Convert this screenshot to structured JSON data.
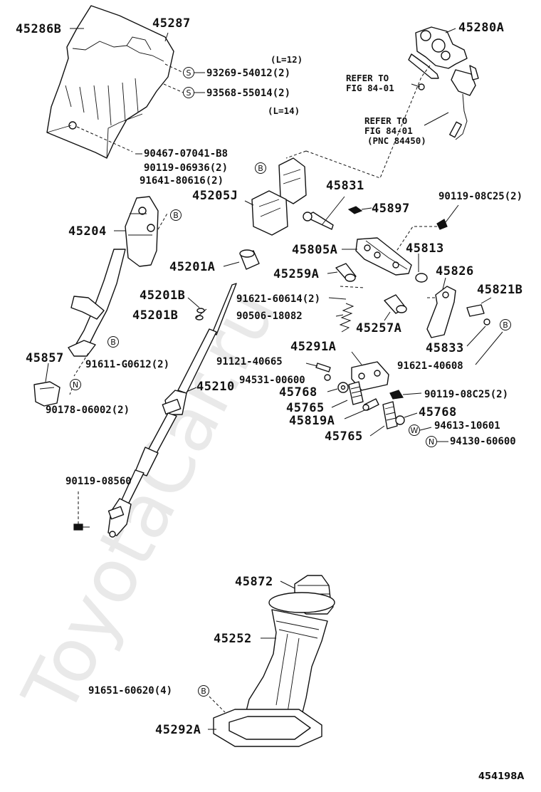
{
  "diagram": {
    "figure_id": "454198A",
    "watermark": "ToyotaCar.ru",
    "markers": {
      "S": "S",
      "B": "B",
      "N": "N",
      "W": "W"
    },
    "notes": {
      "l12": "(L=12)",
      "l14": "(L=14)",
      "refer_a": [
        "REFER TO",
        "FIG 84-01"
      ],
      "refer_b": [
        "REFER TO",
        "FIG 84-01",
        "(PNC 84450)"
      ]
    },
    "parts": {
      "p45286B": "45286B",
      "p45287": "45287",
      "p93269": "93269-54012(2)",
      "p93568": "93568-55014(2)",
      "p45280A": "45280A",
      "p90467": "90467-07041-B8",
      "p90119_06936": "90119-06936(2)",
      "p91641": "91641-80616(2)",
      "p45205J": "45205J",
      "p45831": "45831",
      "p90119_08C25a": "90119-08C25(2)",
      "p45897": "45897",
      "p45204": "45204",
      "p45805A": "45805A",
      "p45813": "45813",
      "p45201A": "45201A",
      "p45259A": "45259A",
      "p45826": "45826",
      "p45201Ba": "45201B",
      "p91621_60614": "91621-60614(2)",
      "p45821B": "45821B",
      "p45201Bb": "45201B",
      "p90506": "90506-18082",
      "p45257A": "45257A",
      "p45833": "45833",
      "p45857": "45857",
      "p91611": "91611-G0612(2)",
      "p45291A": "45291A",
      "p91621_40608": "91621-40608",
      "p91121": "91121-40665",
      "p94531": "94531-00600",
      "p45210": "45210",
      "p45768a": "45768",
      "p90119_08C25b": "90119-08C25(2)",
      "p90178": "90178-06002(2)",
      "p45765a": "45765",
      "p45768b": "45768",
      "p45819A": "45819A",
      "p94613": "94613-10601",
      "p45765b": "45765",
      "p94130": "94130-60600",
      "p90119_08560": "90119-08560",
      "p45872": "45872",
      "p45252": "45252",
      "p91651": "91651-60620(4)",
      "p45292A": "45292A"
    }
  }
}
